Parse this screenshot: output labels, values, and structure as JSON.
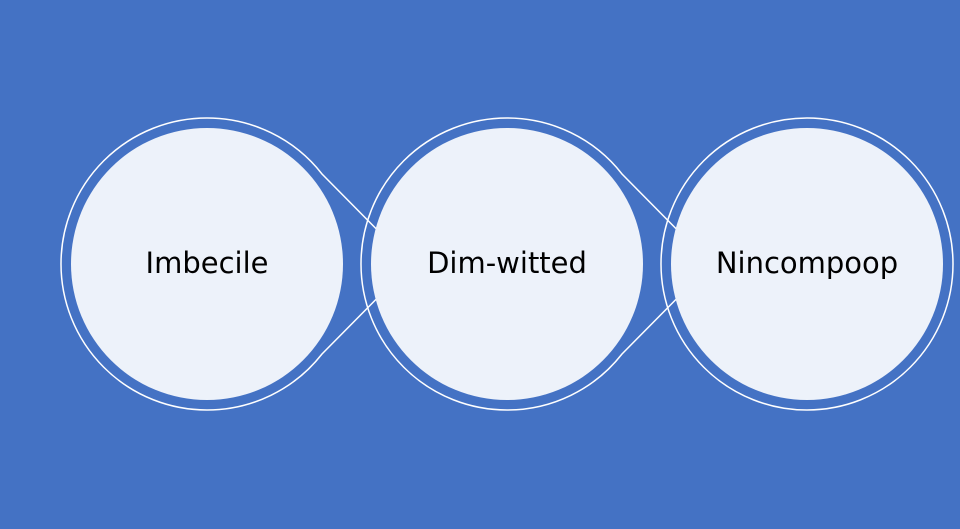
{
  "colors": {
    "background": "#4472C4",
    "circle_fill": "#EDF2FA",
    "outline": "#FFFFFF",
    "text": "#000000"
  },
  "nodes": [
    {
      "label": "Imbecile"
    },
    {
      "label": "Dim-witted"
    },
    {
      "label": "Nincompoop"
    }
  ]
}
